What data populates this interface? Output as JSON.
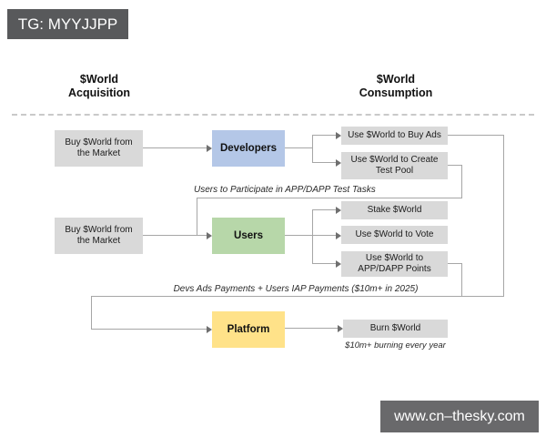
{
  "badge": {
    "label": "TG: MYYJJPP"
  },
  "headers": {
    "acquisition": "$World\nAcquisition",
    "consumption": "$World\nConsumption"
  },
  "nodes": {
    "buy_market_1": "Buy $World from\nthe Market",
    "developers": "Developers",
    "buy_ads": "Use $World to Buy Ads",
    "create_test_pool": "Use $World to Create\nTest Pool",
    "buy_market_2": "Buy $World from\nthe Market",
    "users": "Users",
    "stake": "Stake $World",
    "vote": "Use $World to Vote",
    "app_dapp_points": "Use $World to\nAPP/DAPP Points",
    "platform": "Platform",
    "burn": "Burn $World"
  },
  "annotations": {
    "test_tasks": "Users to Participate in APP/DAPP Test Tasks",
    "payments": "Devs Ads Payments + Users IAP Payments ($10m+ in 2025)",
    "burning": "$10m+ burning every year"
  },
  "watermark": {
    "label": "www.cn–thesky.com"
  },
  "colors": {
    "badge_bg": "#58595b",
    "watermark_bg": "#69696b",
    "gray_node": "#d9d9d9",
    "developers_node": "#b4c7e7",
    "users_node": "#b7d7a9",
    "platform_node": "#ffe289",
    "connector": "#a6a6a6"
  }
}
